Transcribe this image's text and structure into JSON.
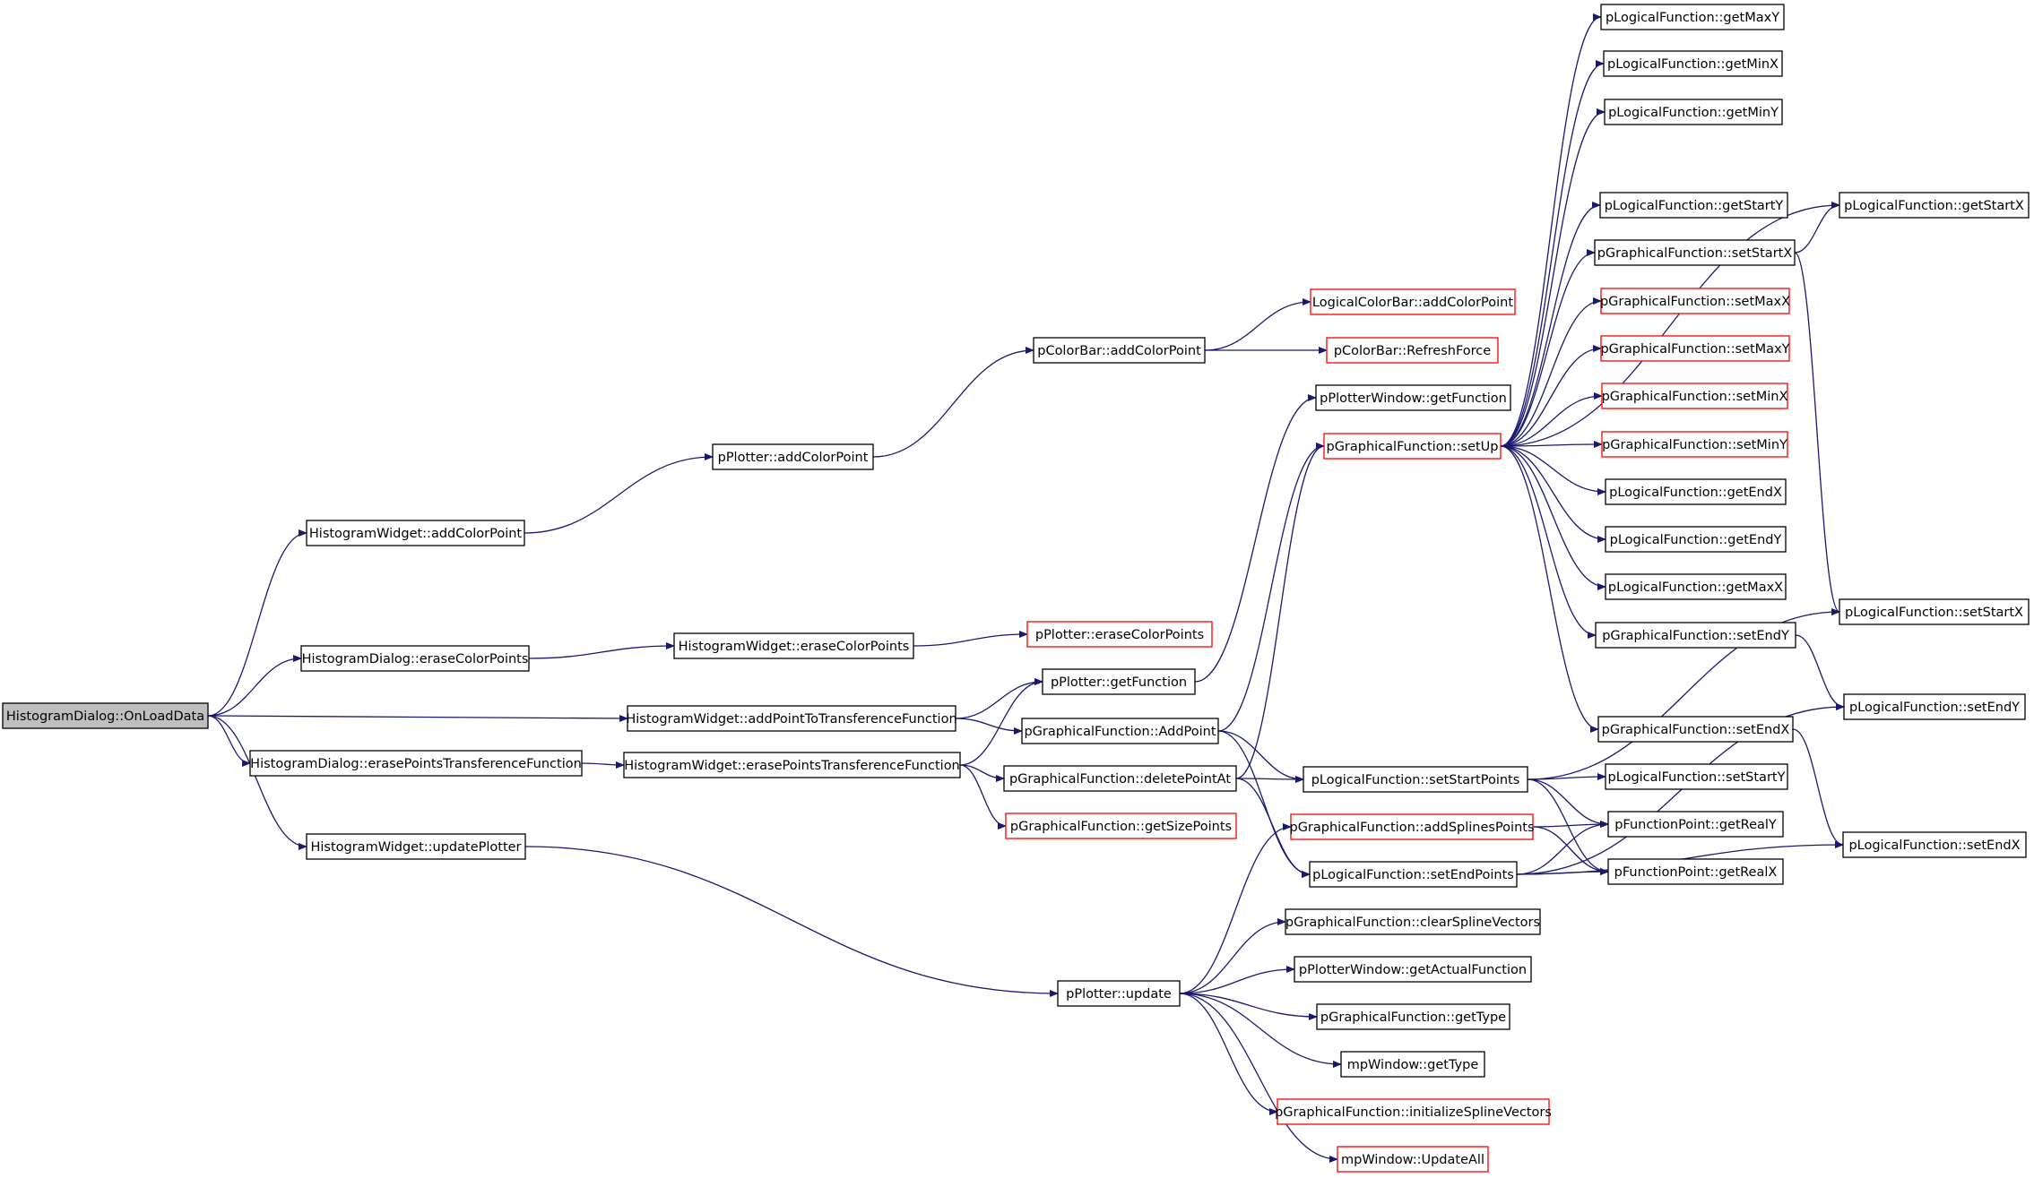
{
  "colors": {
    "edge": "#191970",
    "node_border": "#000000",
    "node_border_truncated": "#ff0000",
    "root_fill": "#bfbfbf",
    "node_fill": "#ffffff"
  },
  "nodes": [
    {
      "id": "n0",
      "label": "HistogramDialog::OnLoadData",
      "style": "root"
    },
    {
      "id": "n1",
      "label": "HistogramWidget::addColorPoint",
      "style": "normal"
    },
    {
      "id": "n2",
      "label": "HistogramDialog::eraseColorPoints",
      "style": "normal"
    },
    {
      "id": "n3",
      "label": "HistogramWidget::addPointToTransferenceFunction",
      "style": "normal"
    },
    {
      "id": "n4",
      "label": "HistogramDialog::erasePointsTransferenceFunction",
      "style": "normal"
    },
    {
      "id": "n5",
      "label": "HistogramWidget::updatePlotter",
      "style": "normal"
    },
    {
      "id": "n6",
      "label": "pPlotter::addColorPoint",
      "style": "normal"
    },
    {
      "id": "n7",
      "label": "HistogramWidget::eraseColorPoints",
      "style": "normal"
    },
    {
      "id": "n8",
      "label": "HistogramWidget::erasePointsTransferenceFunction",
      "style": "normal"
    },
    {
      "id": "n9",
      "label": "pColorBar::addColorPoint",
      "style": "normal"
    },
    {
      "id": "n10",
      "label": "pPlotter::eraseColorPoints",
      "style": "truncated"
    },
    {
      "id": "n11",
      "label": "pPlotter::getFunction",
      "style": "normal"
    },
    {
      "id": "n12",
      "label": "pGraphicalFunction::AddPoint",
      "style": "normal"
    },
    {
      "id": "n13",
      "label": "pGraphicalFunction::deletePointAt",
      "style": "normal"
    },
    {
      "id": "n14",
      "label": "pGraphicalFunction::getSizePoints",
      "style": "truncated"
    },
    {
      "id": "n15",
      "label": "pPlotter::update",
      "style": "normal"
    },
    {
      "id": "n16",
      "label": "LogicalColorBar::addColorPoint",
      "style": "truncated"
    },
    {
      "id": "n17",
      "label": "pColorBar::RefreshForce",
      "style": "truncated"
    },
    {
      "id": "n18",
      "label": "pPlotterWindow::getFunction",
      "style": "normal"
    },
    {
      "id": "n19",
      "label": "pGraphicalFunction::setUp",
      "style": "truncated"
    },
    {
      "id": "n20",
      "label": "pLogicalFunction::setStartPoints",
      "style": "normal"
    },
    {
      "id": "n21",
      "label": "pGraphicalFunction::addSplinesPoints",
      "style": "truncated"
    },
    {
      "id": "n22",
      "label": "pLogicalFunction::setEndPoints",
      "style": "normal"
    },
    {
      "id": "n23",
      "label": "pGraphicalFunction::clearSplineVectors",
      "style": "normal"
    },
    {
      "id": "n24",
      "label": "pPlotterWindow::getActualFunction",
      "style": "normal"
    },
    {
      "id": "n25",
      "label": "pGraphicalFunction::getType",
      "style": "normal"
    },
    {
      "id": "n26",
      "label": "mpWindow::getType",
      "style": "normal"
    },
    {
      "id": "n27",
      "label": "pGraphicalFunction::initializeSplineVectors",
      "style": "truncated"
    },
    {
      "id": "n28",
      "label": "mpWindow::UpdateAll",
      "style": "truncated"
    },
    {
      "id": "n29",
      "label": "pLogicalFunction::getMaxY",
      "style": "normal"
    },
    {
      "id": "n30",
      "label": "pLogicalFunction::getMinX",
      "style": "normal"
    },
    {
      "id": "n31",
      "label": "pLogicalFunction::getMinY",
      "style": "normal"
    },
    {
      "id": "n32",
      "label": "pLogicalFunction::getStartY",
      "style": "normal"
    },
    {
      "id": "n33",
      "label": "pGraphicalFunction::setStartX",
      "style": "normal"
    },
    {
      "id": "n34",
      "label": "pGraphicalFunction::setMaxX",
      "style": "truncated"
    },
    {
      "id": "n35",
      "label": "pGraphicalFunction::setMaxY",
      "style": "truncated"
    },
    {
      "id": "n36",
      "label": "pGraphicalFunction::setMinX",
      "style": "truncated"
    },
    {
      "id": "n37",
      "label": "pGraphicalFunction::setMinY",
      "style": "truncated"
    },
    {
      "id": "n38",
      "label": "pLogicalFunction::getEndX",
      "style": "normal"
    },
    {
      "id": "n39",
      "label": "pLogicalFunction::getEndY",
      "style": "normal"
    },
    {
      "id": "n40",
      "label": "pLogicalFunction::getMaxX",
      "style": "normal"
    },
    {
      "id": "n41",
      "label": "pGraphicalFunction::setEndY",
      "style": "normal"
    },
    {
      "id": "n42",
      "label": "pGraphicalFunction::setEndX",
      "style": "normal"
    },
    {
      "id": "n43",
      "label": "pLogicalFunction::setStartY",
      "style": "normal"
    },
    {
      "id": "n44",
      "label": "pFunctionPoint::getRealY",
      "style": "normal"
    },
    {
      "id": "n45",
      "label": "pFunctionPoint::getRealX",
      "style": "normal"
    },
    {
      "id": "n46",
      "label": "pLogicalFunction::getStartX",
      "style": "normal"
    },
    {
      "id": "n47",
      "label": "pLogicalFunction::setStartX",
      "style": "normal"
    },
    {
      "id": "n48",
      "label": "pLogicalFunction::setEndY",
      "style": "normal"
    },
    {
      "id": "n49",
      "label": "pLogicalFunction::setEndX",
      "style": "normal"
    }
  ],
  "edges": [
    [
      "n0",
      "n1"
    ],
    [
      "n0",
      "n2"
    ],
    [
      "n0",
      "n3"
    ],
    [
      "n0",
      "n4"
    ],
    [
      "n0",
      "n5"
    ],
    [
      "n1",
      "n6"
    ],
    [
      "n6",
      "n9"
    ],
    [
      "n9",
      "n16"
    ],
    [
      "n9",
      "n17"
    ],
    [
      "n2",
      "n7"
    ],
    [
      "n7",
      "n10"
    ],
    [
      "n3",
      "n11"
    ],
    [
      "n3",
      "n12"
    ],
    [
      "n4",
      "n8"
    ],
    [
      "n8",
      "n11"
    ],
    [
      "n8",
      "n13"
    ],
    [
      "n8",
      "n14"
    ],
    [
      "n11",
      "n18"
    ],
    [
      "n12",
      "n19"
    ],
    [
      "n12",
      "n20"
    ],
    [
      "n12",
      "n22"
    ],
    [
      "n13",
      "n19"
    ],
    [
      "n13",
      "n20"
    ],
    [
      "n13",
      "n22"
    ],
    [
      "n5",
      "n15"
    ],
    [
      "n15",
      "n21"
    ],
    [
      "n15",
      "n23"
    ],
    [
      "n15",
      "n24"
    ],
    [
      "n15",
      "n25"
    ],
    [
      "n15",
      "n26"
    ],
    [
      "n15",
      "n27"
    ],
    [
      "n15",
      "n28"
    ],
    [
      "n19",
      "n29"
    ],
    [
      "n19",
      "n30"
    ],
    [
      "n19",
      "n31"
    ],
    [
      "n19",
      "n32"
    ],
    [
      "n19",
      "n33"
    ],
    [
      "n19",
      "n34"
    ],
    [
      "n19",
      "n35"
    ],
    [
      "n19",
      "n36"
    ],
    [
      "n19",
      "n37"
    ],
    [
      "n19",
      "n38"
    ],
    [
      "n19",
      "n39"
    ],
    [
      "n19",
      "n40"
    ],
    [
      "n19",
      "n41"
    ],
    [
      "n19",
      "n42"
    ],
    [
      "n19",
      "n46"
    ],
    [
      "n33",
      "n46"
    ],
    [
      "n33",
      "n47"
    ],
    [
      "n41",
      "n48"
    ],
    [
      "n42",
      "n49"
    ],
    [
      "n20",
      "n43"
    ],
    [
      "n20",
      "n44"
    ],
    [
      "n20",
      "n45"
    ],
    [
      "n20",
      "n47"
    ],
    [
      "n21",
      "n44"
    ],
    [
      "n21",
      "n45"
    ],
    [
      "n22",
      "n44"
    ],
    [
      "n22",
      "n45"
    ],
    [
      "n22",
      "n48"
    ],
    [
      "n22",
      "n49"
    ]
  ]
}
